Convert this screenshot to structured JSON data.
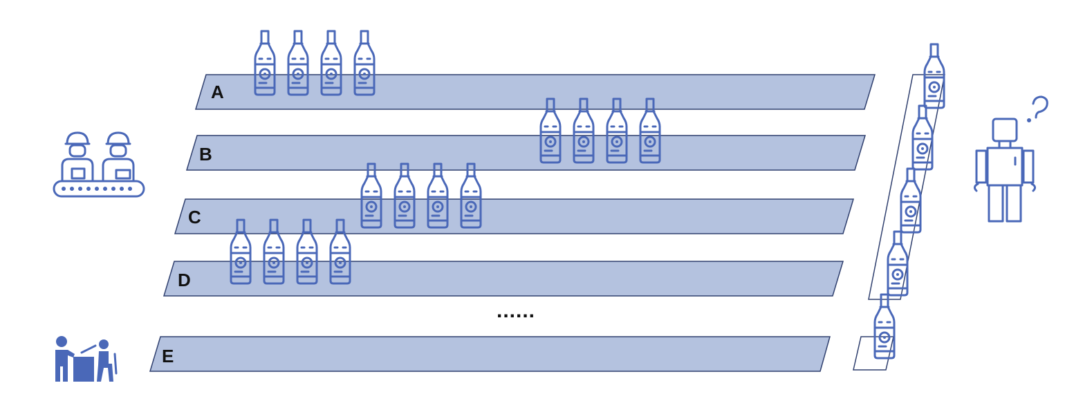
{
  "lanes": [
    {
      "label": "A",
      "bottles": 4
    },
    {
      "label": "B",
      "bottles": 4
    },
    {
      "label": "C",
      "bottles": 4
    },
    {
      "label": "D",
      "bottles": 4
    },
    {
      "label": "E",
      "bottles": 0
    }
  ],
  "ellipsis": "......",
  "ramp_bottles": 5,
  "icons": {
    "workers": "factory-workers-conveyor-icon",
    "robot": "robot-icon",
    "question": "question-mark-icon",
    "meeting": "people-at-desk-icon",
    "bottle": "bottle-icon"
  },
  "colors": {
    "lane_fill": "#b4c2df",
    "lane_stroke": "#2f3f6e",
    "icon": "#4a68b8"
  }
}
